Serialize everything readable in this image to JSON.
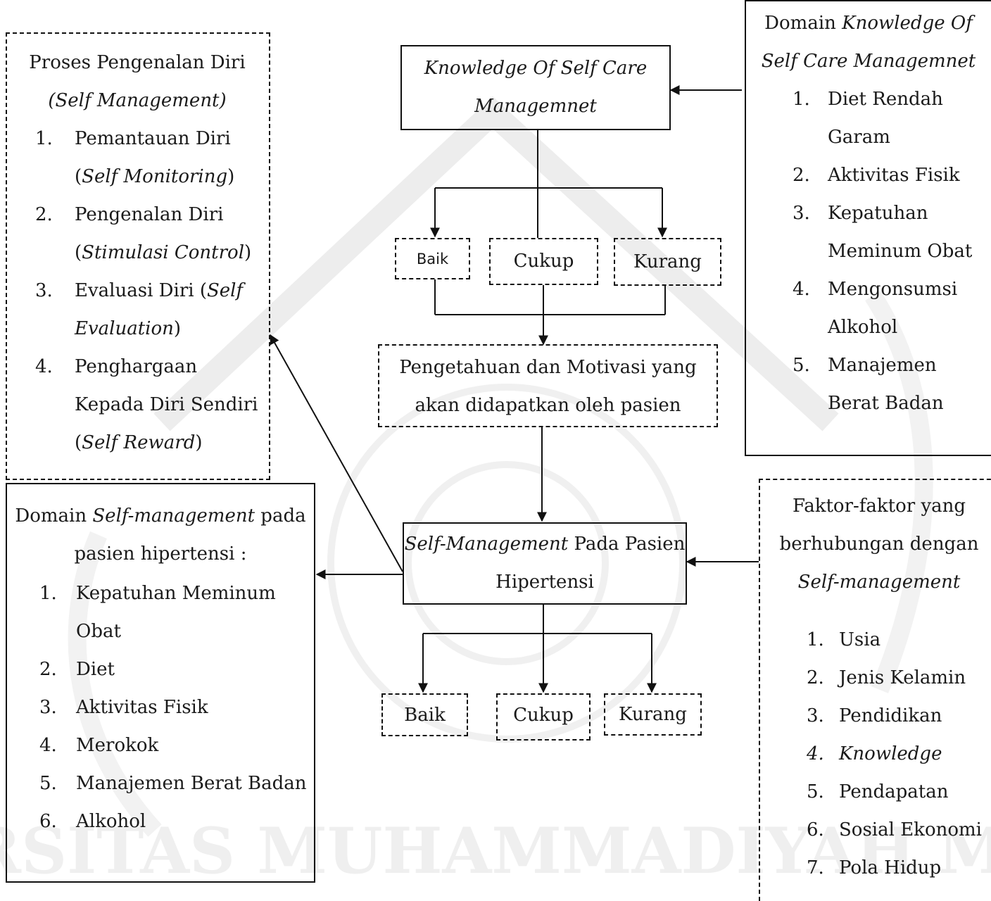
{
  "diagram": {
    "watermark_text": "UNIVERSITAS MUHAMMADIYAH MALANG",
    "knowledge_box": {
      "line1": "Knowledge Of Self Care",
      "line2": "Managemnet"
    },
    "knowledge_levels": [
      "Baik",
      "Cukup",
      "Kurang"
    ],
    "motivasi_box": {
      "line1": "Pengetahuan dan Motivasi yang",
      "line2": "akan didapatkan oleh pasien"
    },
    "sm_box": {
      "italic": "Self-Management",
      "rest": " Pada Pasien",
      "line2": "Hipertensi"
    },
    "sm_levels": [
      "Baik",
      "Cukup",
      "Kurang"
    ],
    "domain_knowledge": {
      "title_pre": "Domain ",
      "title_italic1": "Knowledge Of",
      "title_italic2": "Self Care Managemnet",
      "items": [
        {
          "num": "1.",
          "lines": [
            "Diet Rendah",
            "Garam"
          ]
        },
        {
          "num": "2.",
          "lines": [
            "Aktivitas Fisik"
          ]
        },
        {
          "num": "3.",
          "lines": [
            "Kepatuhan",
            "Meminum Obat"
          ]
        },
        {
          "num": "4.",
          "lines": [
            "Mengonsumsi",
            "Alkohol"
          ]
        },
        {
          "num": "5.",
          "lines": [
            "Manajemen",
            "Berat Badan"
          ]
        }
      ]
    },
    "proses": {
      "title1": "Proses Pengenalan Diri",
      "title2": "(Self Management)",
      "items": [
        {
          "num": "1.",
          "l1": "Pemantauan Diri",
          "l2_pre": "(",
          "l2_it": "Self Monitoring",
          "l2_post": ")"
        },
        {
          "num": "2.",
          "l1": "Pengenalan Diri",
          "l2_pre": "(",
          "l2_it": "Stimulasi Control",
          "l2_post": ")"
        },
        {
          "num": "3.",
          "l1_pre": "Evaluasi Diri (",
          "l1_it": "Self",
          "l2_it": "Evaluation",
          "l2_post": ")"
        },
        {
          "num": "4.",
          "l1": "Penghargaan",
          "l2": "Kepada Diri Sendiri",
          "l3_pre": "(",
          "l3_it": "Self Reward",
          "l3_post": ")"
        }
      ]
    },
    "domain_sm": {
      "title_pre": "Domain ",
      "title_italic": "Self-management",
      "title_post": " pada",
      "title2": "pasien hipertensi :",
      "items": [
        {
          "num": "1.",
          "lines": [
            "Kepatuhan Meminum",
            "Obat"
          ]
        },
        {
          "num": "2.",
          "lines": [
            "Diet"
          ]
        },
        {
          "num": "3.",
          "lines": [
            "Aktivitas Fisik"
          ]
        },
        {
          "num": "4.",
          "lines": [
            "Merokok"
          ]
        },
        {
          "num": "5.",
          "lines": [
            "Manajemen Berat Badan"
          ]
        },
        {
          "num": "6.",
          "lines": [
            "Alkohol"
          ]
        }
      ]
    },
    "faktor": {
      "title1": "Faktor-faktor yang",
      "title2": "berhubungan dengan",
      "title3": "Self-management",
      "items": [
        {
          "num": "1.",
          "text": "Usia"
        },
        {
          "num": "2.",
          "text": "Jenis Kelamin"
        },
        {
          "num": "3.",
          "text": "Pendidikan"
        },
        {
          "num": "4.",
          "text": "Knowledge",
          "italic": true
        },
        {
          "num": "5.",
          "text": "Pendapatan"
        },
        {
          "num": "6.",
          "text": "Sosial Ekonomi"
        },
        {
          "num": "7.",
          "text": "Pola Hidup"
        }
      ]
    }
  }
}
